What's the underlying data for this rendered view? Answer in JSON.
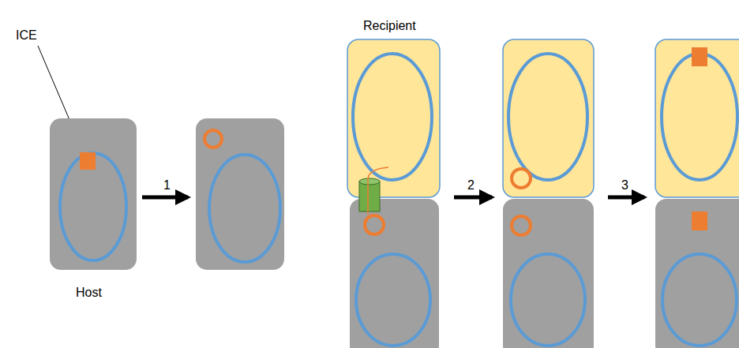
{
  "diagram": {
    "labels": [
      "ICE",
      "Host",
      "Recipient",
      "1",
      "2",
      "3"
    ]
  }
}
